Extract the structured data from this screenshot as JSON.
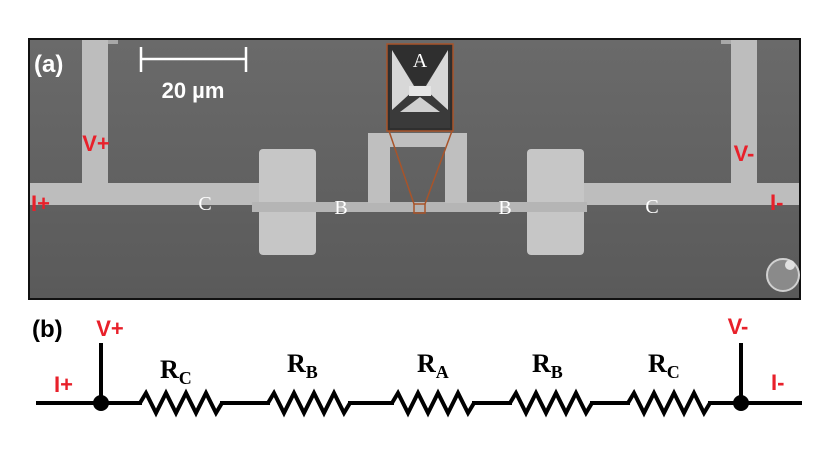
{
  "panel_a": {
    "label": "(a)",
    "scale_bar": {
      "label": "20 µm"
    },
    "terminals": {
      "v_plus": "V+",
      "i_plus": "I+",
      "v_minus": "V-",
      "i_minus": "I-"
    },
    "regions": {
      "c_left": "C",
      "b_left": "B",
      "b_right": "B",
      "c_right": "C"
    },
    "inset": {
      "label": "A"
    }
  },
  "panel_b": {
    "label": "(b)",
    "terminals": {
      "v_plus": "V+",
      "i_plus": "I+",
      "v_minus": "V-",
      "i_minus": "I-"
    },
    "resistors": [
      {
        "symbol": "R",
        "sub": "C"
      },
      {
        "symbol": "R",
        "sub": "B"
      },
      {
        "symbol": "R",
        "sub": "A"
      },
      {
        "symbol": "R",
        "sub": "B"
      },
      {
        "symbol": "R",
        "sub": "C"
      }
    ]
  },
  "colors": {
    "label_red": "#e8202a",
    "sem_dark": "#5e5e5e",
    "sem_light": "#c4c4c4",
    "inset_border": "#a8542a"
  }
}
